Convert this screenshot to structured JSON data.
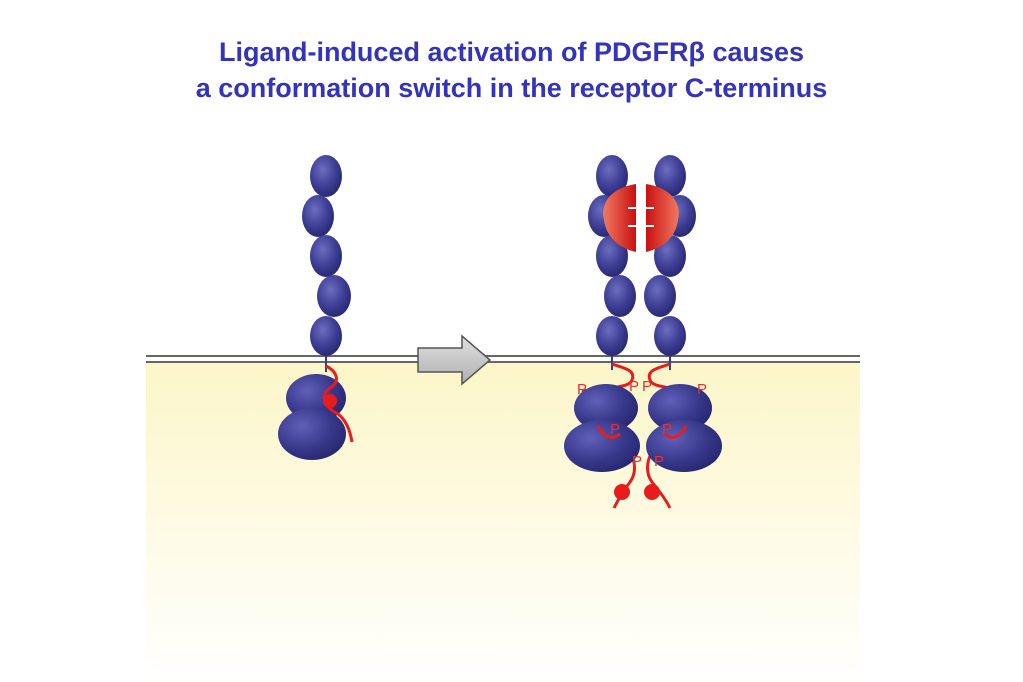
{
  "title": {
    "line1": "Ligand-induced activation of PDGFRβ causes",
    "line2": "a conformation switch in the receptor C-terminus"
  },
  "phospho_label": "P",
  "colors": {
    "title": "#3333bb",
    "domain": "#3a3a8c",
    "chain": "#e81c1c",
    "ligand": "#e23a2a",
    "membrane": "#666666",
    "cytoplasm": "#fdf8d2",
    "arrow": "#c8c8c8"
  }
}
